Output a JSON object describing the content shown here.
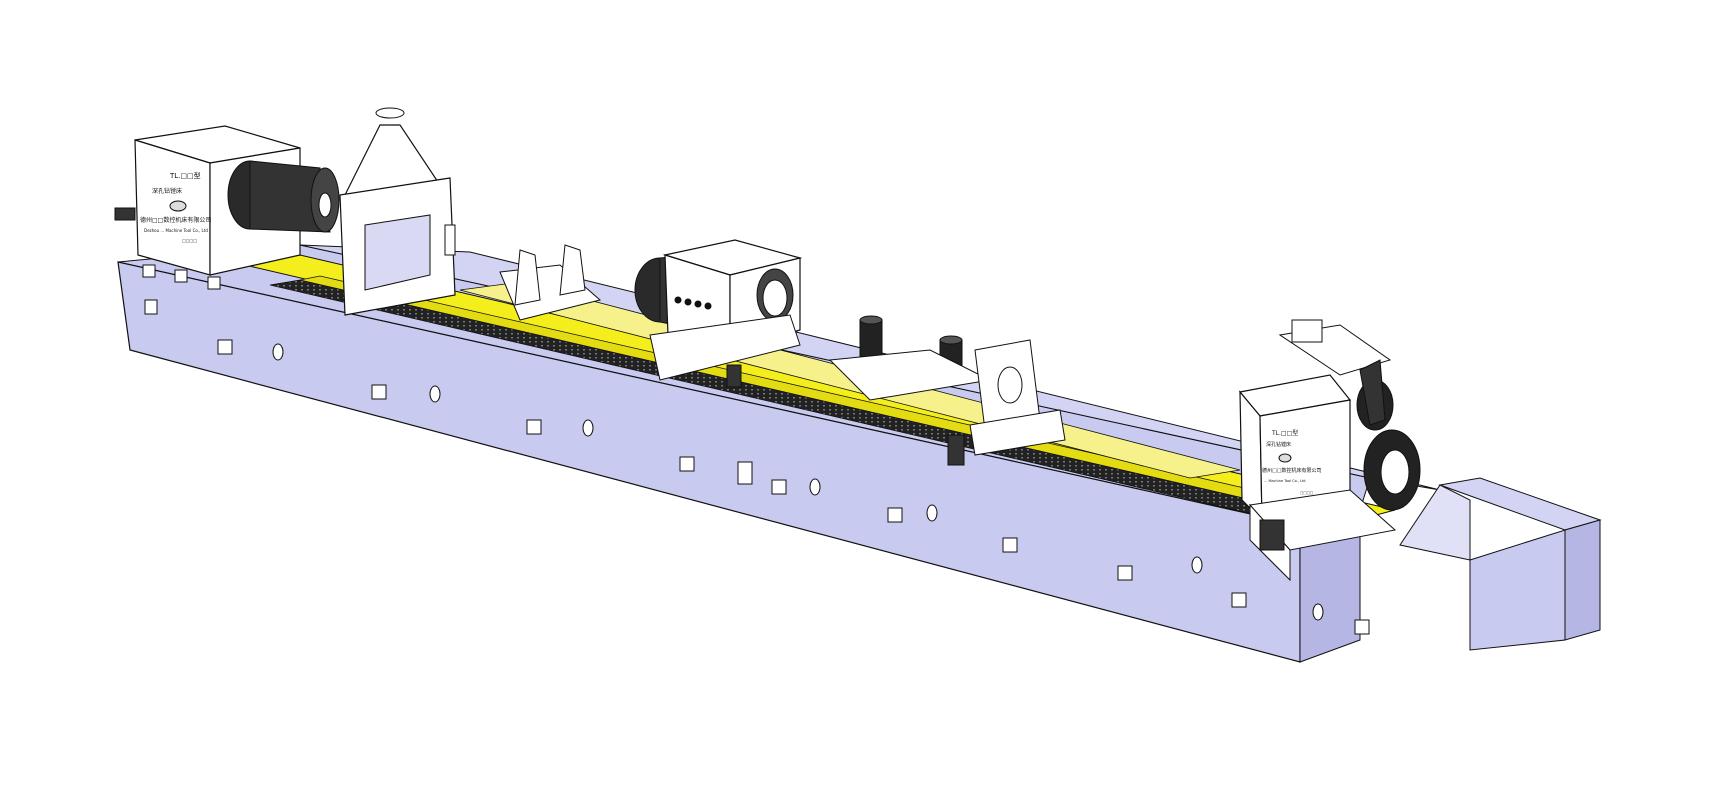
{
  "figure": {
    "subject": "Deep hole boring machine CAD rendering",
    "colors": {
      "bed": "#c9caf0",
      "bed_dark": "#a9aad8",
      "rail": "#f4ef1c",
      "rail_dark": "#d8cf10",
      "white_part": "#ffffff",
      "black_part": "#1e1e1e",
      "line": "#111111",
      "background": "#ffffff"
    }
  },
  "headstock": {
    "model_label": "TL.□□型",
    "name_label": "深孔钻镗床",
    "company_label": "德州□□数控机床有限公司",
    "company_en": "Dezhou ... Machine Tool Co., Ltd",
    "spec_label": "□□□□"
  },
  "tailstock": {
    "model_label": "TL.□□型",
    "name_label": "深孔钻镗床",
    "company_label": "德州□□数控机床有限公司",
    "company_en": "... Machine Tool Co., Ltd",
    "spec_label": "□□□□"
  },
  "oil_feeder": {
    "icons": [
      "drop-icon",
      "drop-icon",
      "drop-icon",
      "drop-icon"
    ]
  }
}
